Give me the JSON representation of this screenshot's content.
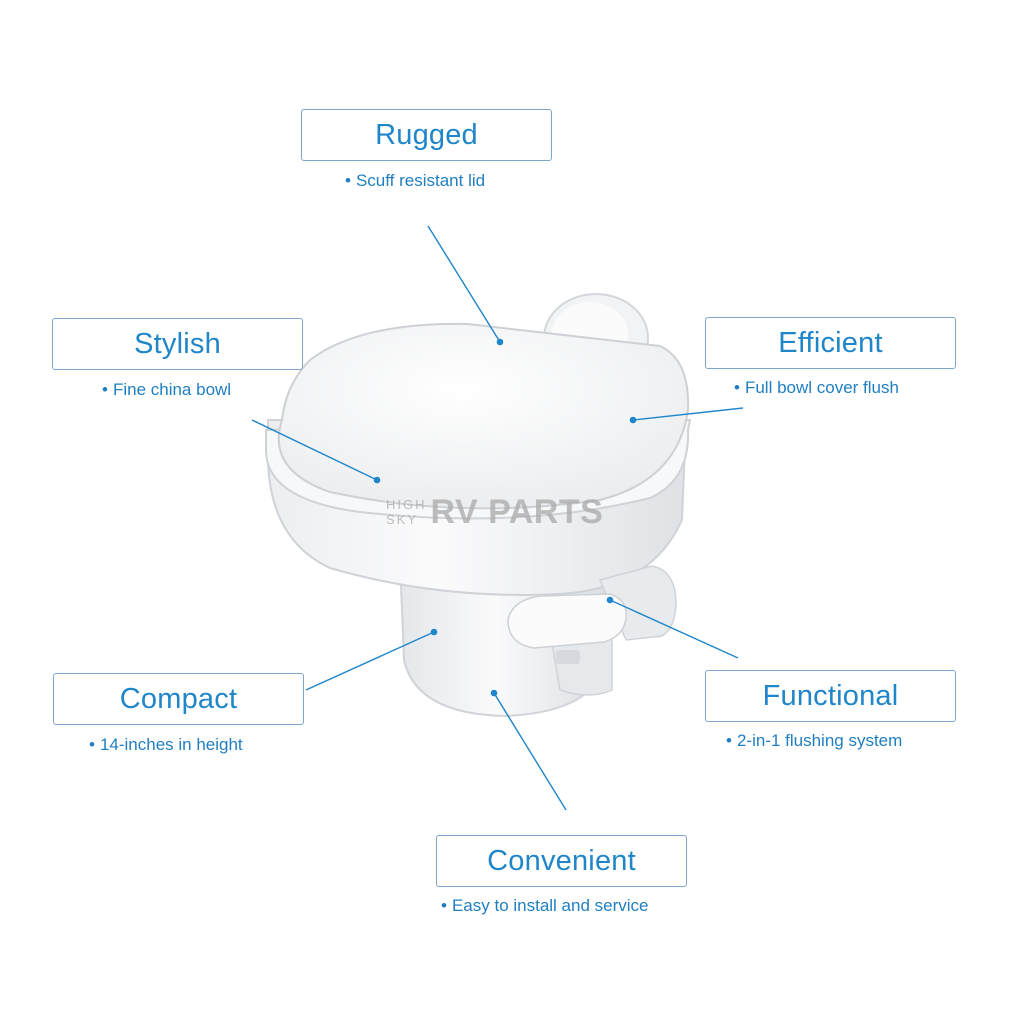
{
  "colors": {
    "accent": "#1f86c9",
    "box_border": "#7fa6c8",
    "toilet": "#f4f5f6"
  },
  "features": [
    {
      "id": "rugged",
      "title": "Rugged",
      "desc": "Scuff resistant lid"
    },
    {
      "id": "stylish",
      "title": "Stylish",
      "desc": "Fine china bowl"
    },
    {
      "id": "efficient",
      "title": "Efficient",
      "desc": "Full bowl cover flush"
    },
    {
      "id": "compact",
      "title": "Compact",
      "desc": "14-inches in height"
    },
    {
      "id": "functional",
      "title": "Functional",
      "desc": "2-in-1 flushing system"
    },
    {
      "id": "convenient",
      "title": "Convenient",
      "desc": "Easy to install and service"
    }
  ],
  "watermark": {
    "line1": "HIGH",
    "line2": "SKY",
    "brand": "RV PARTS"
  }
}
